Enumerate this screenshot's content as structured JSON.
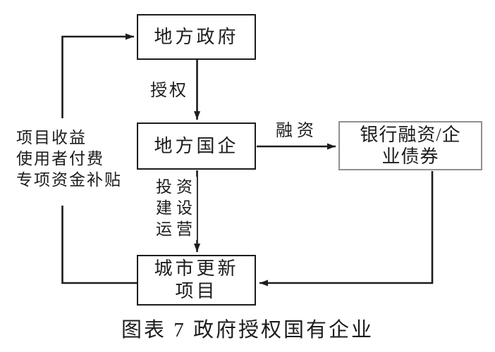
{
  "diagram": {
    "caption": "图表 7 政府授权国有企业",
    "nodes": {
      "local_government": "地方政府",
      "local_soe": "地方国企",
      "bank_financing_lines": [
        "银行融资/企",
        "业债券"
      ],
      "urban_renewal_lines": [
        "城市更新",
        "项目"
      ]
    },
    "edge_labels": {
      "authorize": "授权",
      "financing": "融资",
      "invest": "投资",
      "construct": "建设",
      "operate": "运营"
    },
    "revenue_labels": [
      "项目收益",
      "使用者付费",
      "专项资金补贴"
    ],
    "colors": {
      "line": "#1c1c1c",
      "box_border": "#1c1c1c",
      "light_box_border": "#909090",
      "text": "#1c1c1c",
      "background": "#ffffff"
    }
  }
}
